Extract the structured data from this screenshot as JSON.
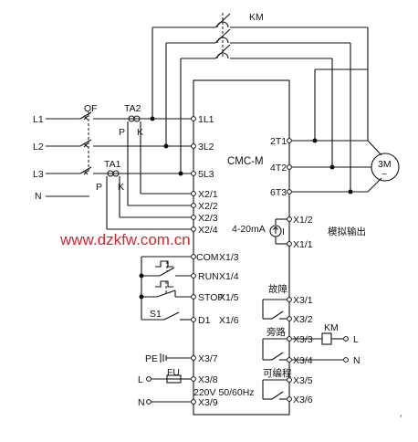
{
  "diagram": {
    "km_top": "KM",
    "lines": {
      "l1": "L1",
      "l2": "L2",
      "l3": "L3",
      "n": "N"
    },
    "qf": "QF",
    "ta2": "TA2",
    "ta1": "TA1",
    "p_top": "P",
    "k_top": "K",
    "p_bot": "P",
    "k_bot": "K",
    "model": "CMC-M",
    "terminals_left": {
      "l1": "1L1",
      "l2": "3L2",
      "l3": "5L3",
      "x21": "X2/1",
      "x22": "X2/2",
      "x23": "X2/3",
      "x24": "X2/4",
      "x13": "X1/3",
      "x14": "X1/4",
      "x15": "X1/5",
      "x16": "X1/6",
      "x37": "X3/7",
      "x38": "X3/8",
      "x39": "X3/9"
    },
    "terminals_right": {
      "t1": "2T1",
      "t2": "4T2",
      "t3": "6T3",
      "x12": "X1/2",
      "x11": "X1/1",
      "x31": "X3/1",
      "x32": "X3/2",
      "x33": "X3/3",
      "x34": "X3/4",
      "x35": "X3/5",
      "x36": "X3/6"
    },
    "motor": {
      "name": "3M",
      "symbol": "~"
    },
    "analog_current": "4-20mA",
    "analog_i": "I",
    "analog_out": "模拟输出",
    "com": "COM",
    "run": "RUN",
    "stop": "STOP",
    "d1": "D1",
    "s1": "S1",
    "pe": "PE",
    "fu": "FU",
    "l_aux": "L",
    "n_aux": "N",
    "supply": "220V 50/60Hz",
    "fault": "故障",
    "bypass": "旁路",
    "km_coil": "KM",
    "l_right": "L",
    "n_right": "N",
    "programmable": "可编程"
  },
  "watermark": "www.dzkfw.com.cn"
}
